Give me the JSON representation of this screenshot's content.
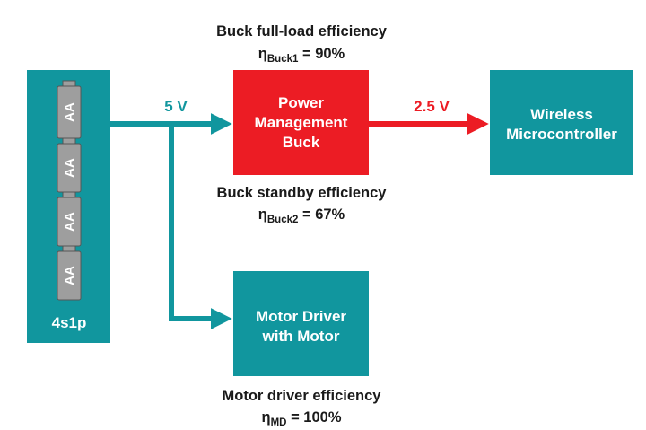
{
  "colors": {
    "teal": "#11969e",
    "red": "#ec1c24",
    "cell_gray": "#9e9e9e",
    "cell_edge": "#555555",
    "text": "#1a1a1a"
  },
  "battery": {
    "label": "4s1p",
    "cells": [
      "AA",
      "AA",
      "AA",
      "AA"
    ]
  },
  "buck": {
    "line1": "Power",
    "line2": "Management",
    "line3": "Buck"
  },
  "mcu": {
    "line1": "Wireless",
    "line2": "Microcontroller"
  },
  "motor": {
    "line1": "Motor Driver",
    "line2": "with Motor"
  },
  "voltages": {
    "input": "5 V",
    "output": "2.5 V"
  },
  "efficiency": {
    "buck_full": {
      "title": "Buck full-load efficiency",
      "symbol": "η",
      "sub": "Buck1",
      "value": " = 90%"
    },
    "buck_standby": {
      "title": "Buck standby efficiency",
      "symbol": "η",
      "sub": "Buck2",
      "value": " = 67%"
    },
    "motor": {
      "title": "Motor driver efficiency",
      "symbol": "η",
      "sub": "MD",
      "value": " = 100%"
    }
  }
}
